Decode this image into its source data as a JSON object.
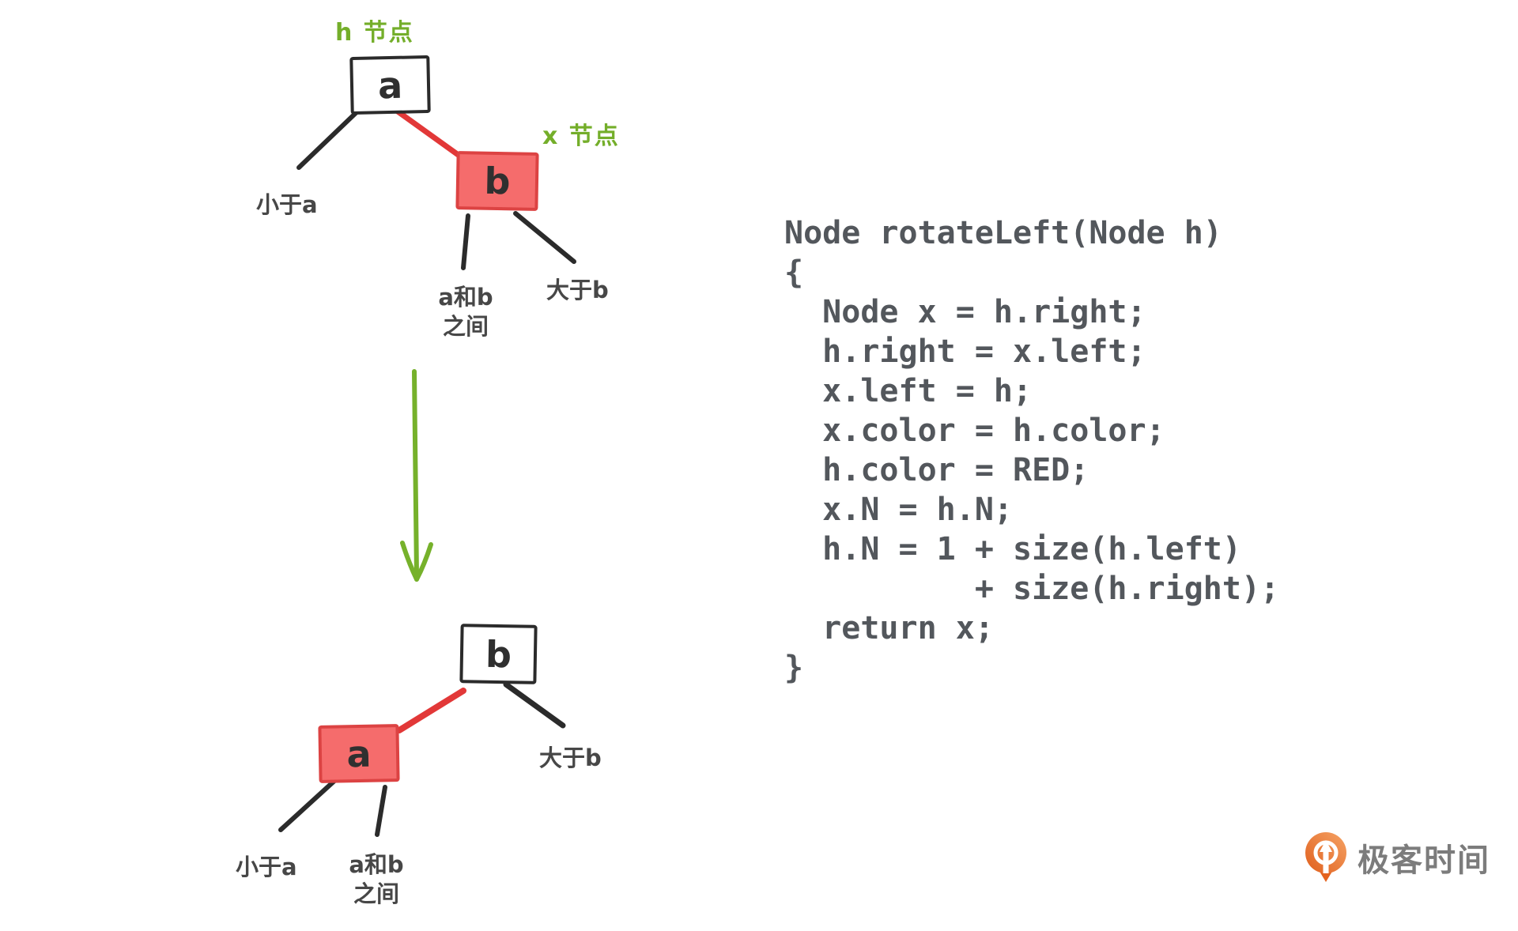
{
  "colors": {
    "ink_black": "#2b2b2b",
    "label_gray": "#474747",
    "annotation_green": "#74ae2a",
    "red_edge": "#e23838",
    "red_node_fill": "#f56c6c",
    "red_node_border": "#dc4343",
    "code_gray": "#53575c",
    "logo_orange": "#ec7034",
    "logo_text_gray": "#7c7c7c"
  },
  "diagram_top": {
    "h_label": "h 节点",
    "x_label": "x 节点",
    "node_a": "a",
    "node_b": "b",
    "leaf_less_a": "小于a",
    "leaf_between_line1": "a和b",
    "leaf_between_line2": "之间",
    "leaf_greater_b": "大于b"
  },
  "diagram_bottom": {
    "node_b": "b",
    "node_a": "a",
    "leaf_less_a": "小于a",
    "leaf_between_line1": "a和b",
    "leaf_between_line2": "之间",
    "leaf_greater_b": "大于b"
  },
  "code": {
    "text": "Node rotateLeft(Node h)\n{\n  Node x = h.right;\n  h.right = x.left;\n  x.left = h;\n  x.color = h.color;\n  h.color = RED;\n  x.N = h.N;\n  h.N = 1 + size(h.left)\n          + size(h.right);\n  return x;\n}"
  },
  "logo": {
    "text": "极客时间"
  }
}
